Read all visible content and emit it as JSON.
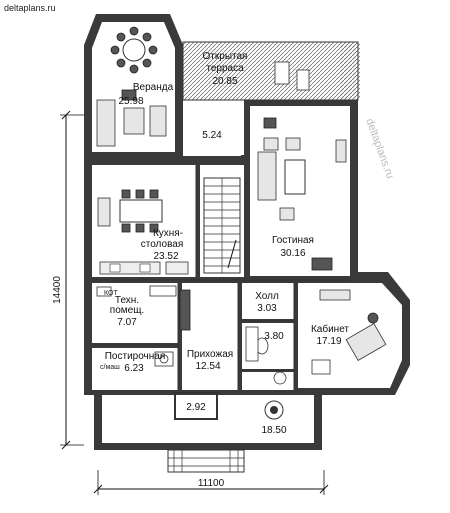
{
  "site": {
    "label": "deltaplans.ru"
  },
  "watermark": {
    "text": "deltaplans.ru"
  },
  "rooms": {
    "veranda": {
      "name": "Веранда",
      "area": "25.98"
    },
    "terrace": {
      "line1": "Открытая",
      "line2": "терраса",
      "area": "20.85"
    },
    "small_top": {
      "area": "5.24"
    },
    "kitchen": {
      "line1": "Кухня-",
      "line2": "столовая",
      "area": "23.52"
    },
    "living": {
      "name": "Гостиная",
      "area": "30.16"
    },
    "tech": {
      "line1": "Техн.",
      "line2": "помещ.",
      "area": "7.07"
    },
    "laundry": {
      "name": "Постирочная",
      "area": "6.23"
    },
    "hall": {
      "name": "Холл",
      "area": "3.03"
    },
    "bath": {
      "area": "3.80"
    },
    "office": {
      "name": "Кабинет",
      "area": "17.19"
    },
    "entry": {
      "name": "Прихожая",
      "area": "12.54"
    },
    "vestibule": {
      "area": "2.92"
    },
    "porch": {
      "area": "18.50"
    }
  },
  "labels": {
    "boiler": "КОТ",
    "washer": "с/маш"
  },
  "dimensions": {
    "height": "14400",
    "width": "11100"
  }
}
